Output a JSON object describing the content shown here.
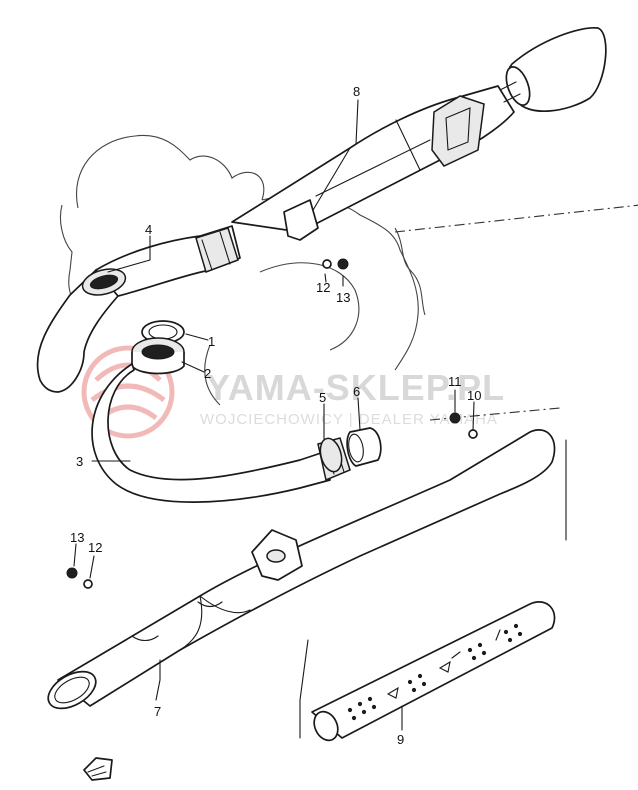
{
  "watermark": {
    "main": "YAMA-SKLEP.PL",
    "sub": "WOJCIECHOWICY | DEALER YAMAHA"
  },
  "callouts": {
    "c1": "1",
    "c2": "2",
    "c3": "3",
    "c4": "4",
    "c5": "5",
    "c6": "6",
    "c7": "7",
    "c8": "8",
    "c9": "9",
    "c10": "10",
    "c11": "11",
    "c12_upper": "12",
    "c13_upper": "13",
    "c12_lower": "12",
    "c13_lower": "13"
  },
  "colors": {
    "line": "#1a1a1a",
    "watermark_text": "#d8d8d8",
    "watermark_logo": "#f2b9b9"
  }
}
